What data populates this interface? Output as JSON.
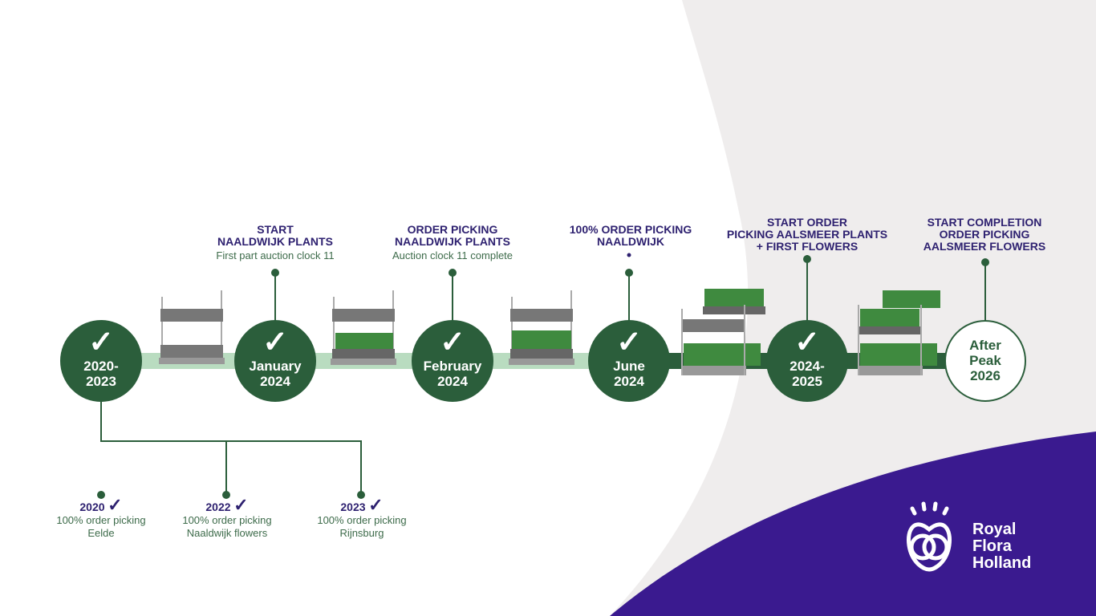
{
  "colors": {
    "dark_green": "#2b5e3b",
    "light_green": "#b9dcc0",
    "purple": "#3a1a8f",
    "heading": "#2e2170",
    "background_gray": "#efeded"
  },
  "milestones": [
    {
      "label_line1": "2020-",
      "label_line2": "2023",
      "done": true
    },
    {
      "label_line1": "January",
      "label_line2": "2024",
      "done": true,
      "heading": [
        "START",
        "NAALDWIJK PLANTS"
      ],
      "sub": "First part auction clock 11"
    },
    {
      "label_line1": "February",
      "label_line2": "2024",
      "done": true,
      "heading": [
        "ORDER PICKING",
        "NAALDWIJK PLANTS"
      ],
      "sub": "Auction clock 11 complete"
    },
    {
      "label_line1": "June",
      "label_line2": "2024",
      "done": true,
      "heading": [
        "100% ORDER PICKING",
        "NAALDWIJK"
      ]
    },
    {
      "label_line1": "2024-",
      "label_line2": "2025",
      "done": true,
      "heading": [
        "START ORDER",
        "PICKING AALSMEER PLANTS",
        "+ FIRST FLOWERS"
      ]
    },
    {
      "label_line1": "After",
      "label_line2": "Peak",
      "label_line3": "2026",
      "done": false,
      "heading": [
        "START COMPLETION",
        "ORDER PICKING",
        "AALSMEER FLOWERS"
      ]
    }
  ],
  "check_glyph": "✓",
  "sub_milestones": [
    {
      "year": "2020",
      "line1": "100% order picking",
      "line2": "Eelde"
    },
    {
      "year": "2022",
      "line1": "100% order picking",
      "line2": "Naaldwijk flowers"
    },
    {
      "year": "2023",
      "line1": "100% order picking",
      "line2": "Rijnsburg"
    }
  ],
  "logo": {
    "line1": "Royal",
    "line2": "Flora",
    "line3": "Holland"
  }
}
